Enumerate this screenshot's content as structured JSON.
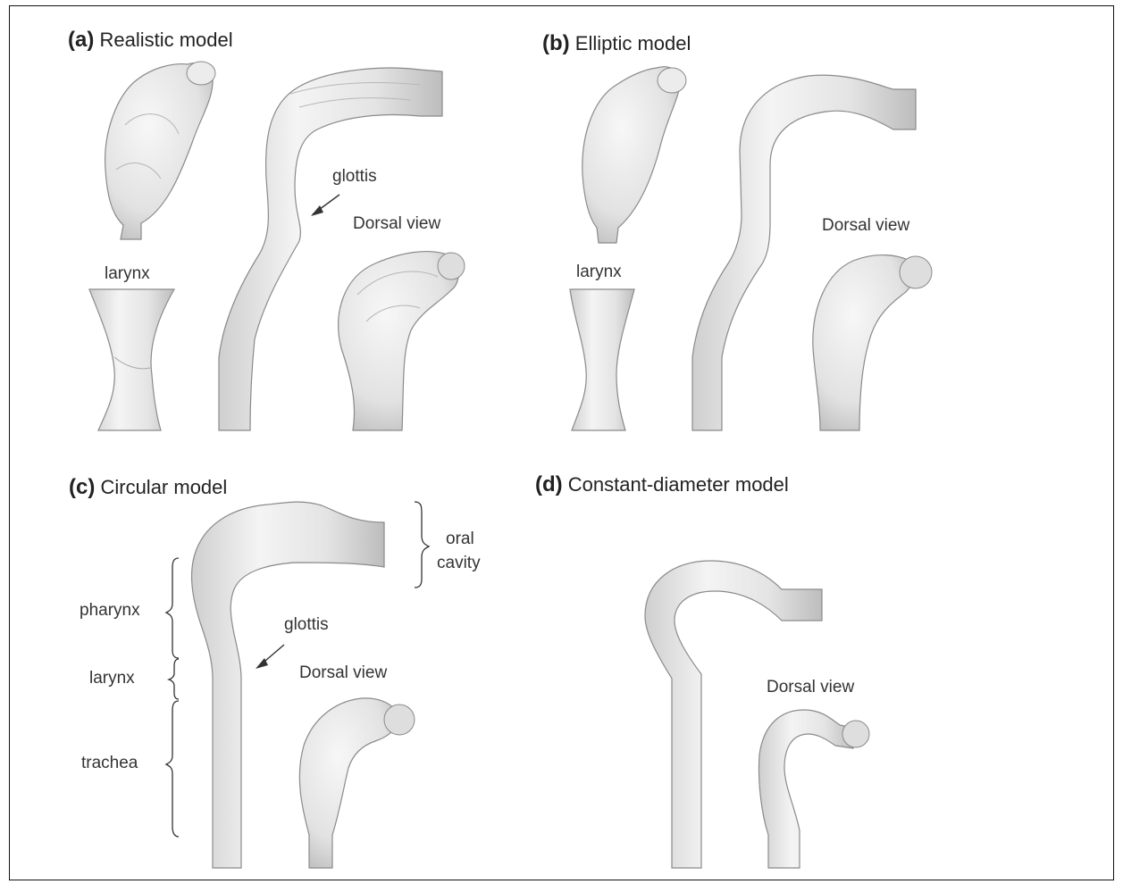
{
  "panels": {
    "a": {
      "letter": "(a)",
      "title": "Realistic model",
      "labels": {
        "larynx": "larynx",
        "glottis": "glottis",
        "dorsal": "Dorsal view"
      }
    },
    "b": {
      "letter": "(b)",
      "title": "Elliptic model",
      "labels": {
        "larynx": "larynx",
        "dorsal": "Dorsal view"
      }
    },
    "c": {
      "letter": "(c)",
      "title": "Circular model",
      "labels": {
        "oral_cavity_1": "oral",
        "oral_cavity_2": "cavity",
        "pharynx": "pharynx",
        "glottis": "glottis",
        "larynx": "larynx",
        "dorsal": "Dorsal view",
        "trachea": "trachea"
      }
    },
    "d": {
      "letter": "(d)",
      "title": "Constant-diameter model",
      "labels": {
        "dorsal": "Dorsal view"
      }
    }
  },
  "colors": {
    "airway_fill": "#e6e6e6",
    "airway_edge": "#8a8a8a",
    "text": "#222222"
  }
}
